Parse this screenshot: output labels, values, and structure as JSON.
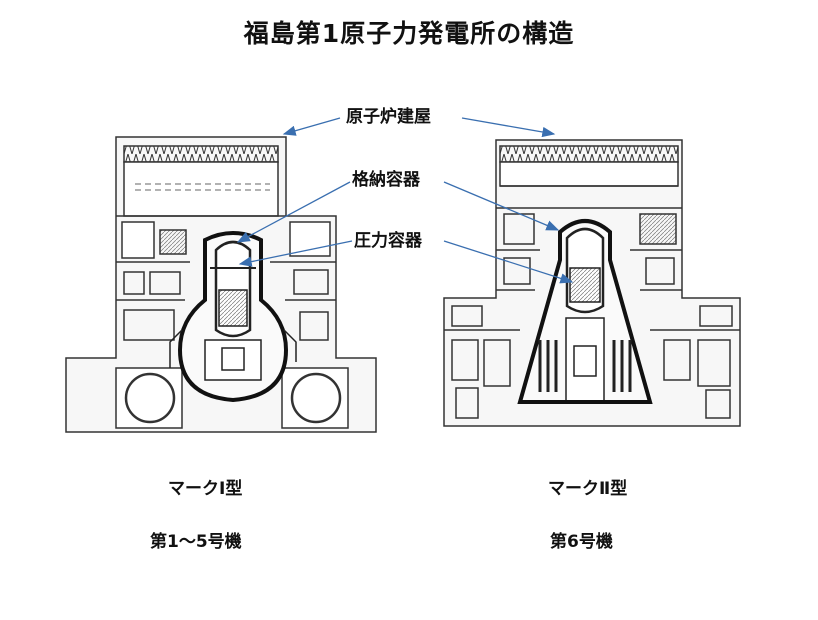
{
  "title": "福島第1原子力発電所の構造",
  "labels": {
    "reactor_building": "原子炉建屋",
    "containment_vessel": "格納容器",
    "pressure_vessel": "圧力容器"
  },
  "left_reactor": {
    "type_label": "マークⅠ型",
    "units_label": "第1～5号機"
  },
  "right_reactor": {
    "type_label": "マークⅡ型",
    "units_label": "第6号機"
  }
}
